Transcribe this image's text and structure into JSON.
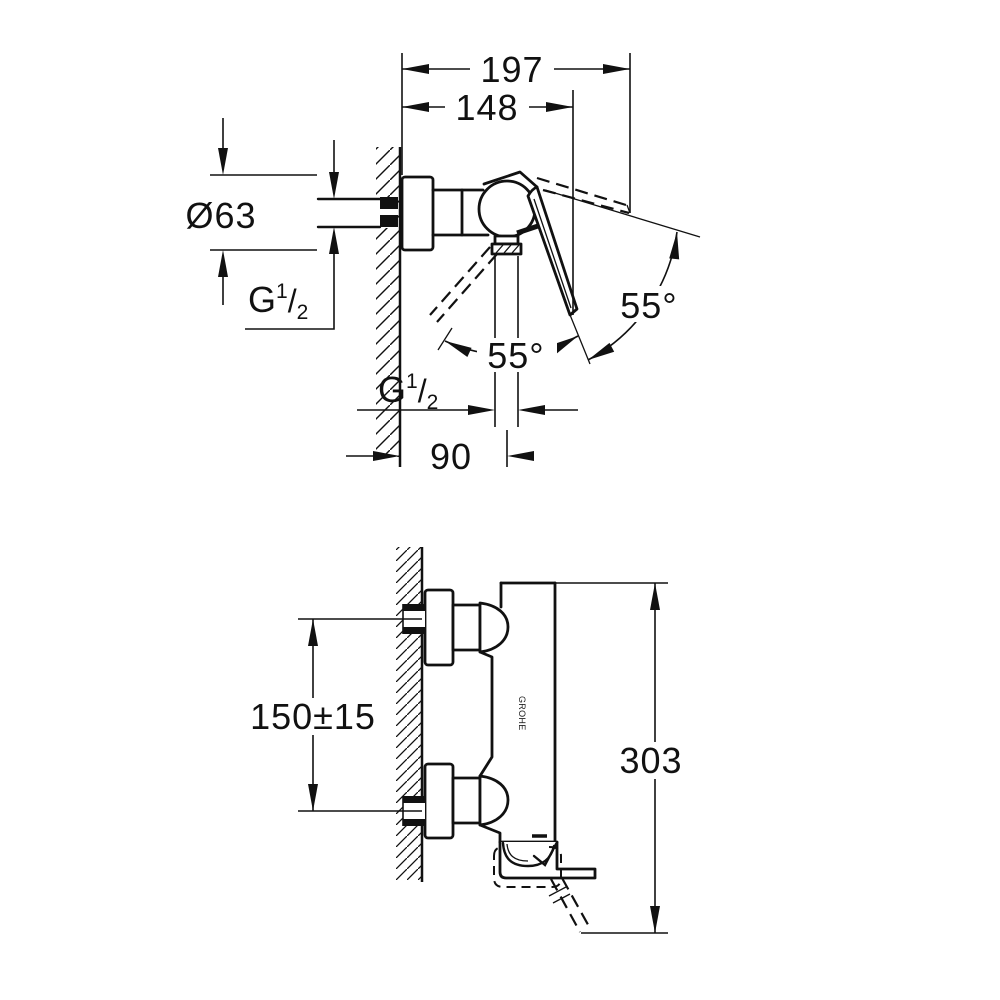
{
  "views": {
    "top": {
      "labels": {
        "overall_depth": "197",
        "handle_depth": "148",
        "escutcheon_diameter": "Ø63",
        "inlet_thread": {
          "prefix": "G",
          "numerator": "1",
          "slash": "/",
          "denominator": "2"
        },
        "swing_angle_upper": "55°",
        "swing_angle_lower": "55°",
        "outlet_thread": {
          "prefix": "G",
          "numerator": "1",
          "slash": "/",
          "denominator": "2"
        },
        "outlet_distance": "90"
      }
    },
    "side": {
      "labels": {
        "connection_spacing": "150±15",
        "overall_height": "303",
        "brand_mark": "GROHE"
      }
    }
  },
  "colors": {
    "line": "#111111",
    "background": "#ffffff"
  }
}
